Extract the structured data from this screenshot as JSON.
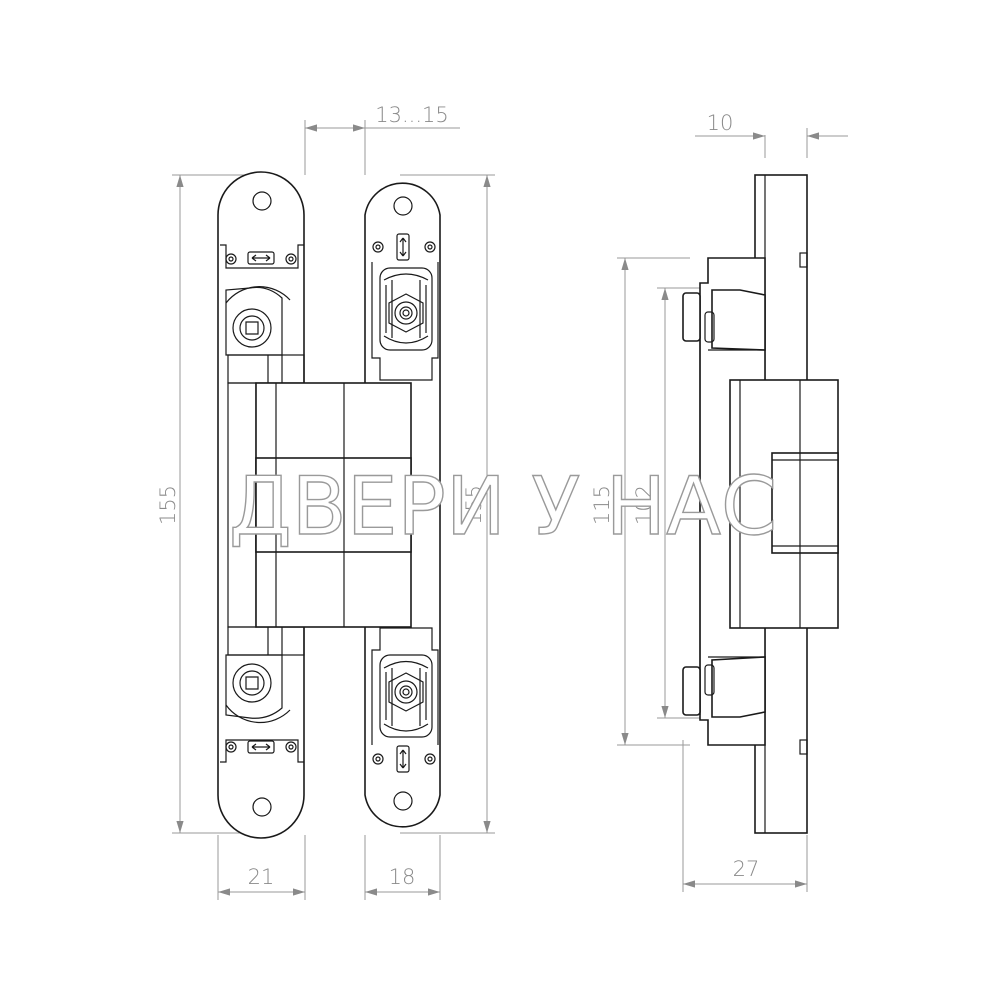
{
  "drawing": {
    "dimensions": {
      "gap": "13...15",
      "height_left": "155",
      "height_right": "155",
      "width_left_plate": "21",
      "width_right_plate": "18",
      "depth_top": "10",
      "height_115": "115",
      "height_102": "102",
      "depth_total": "27"
    },
    "watermark": "ДВЕРИ У НАС"
  }
}
